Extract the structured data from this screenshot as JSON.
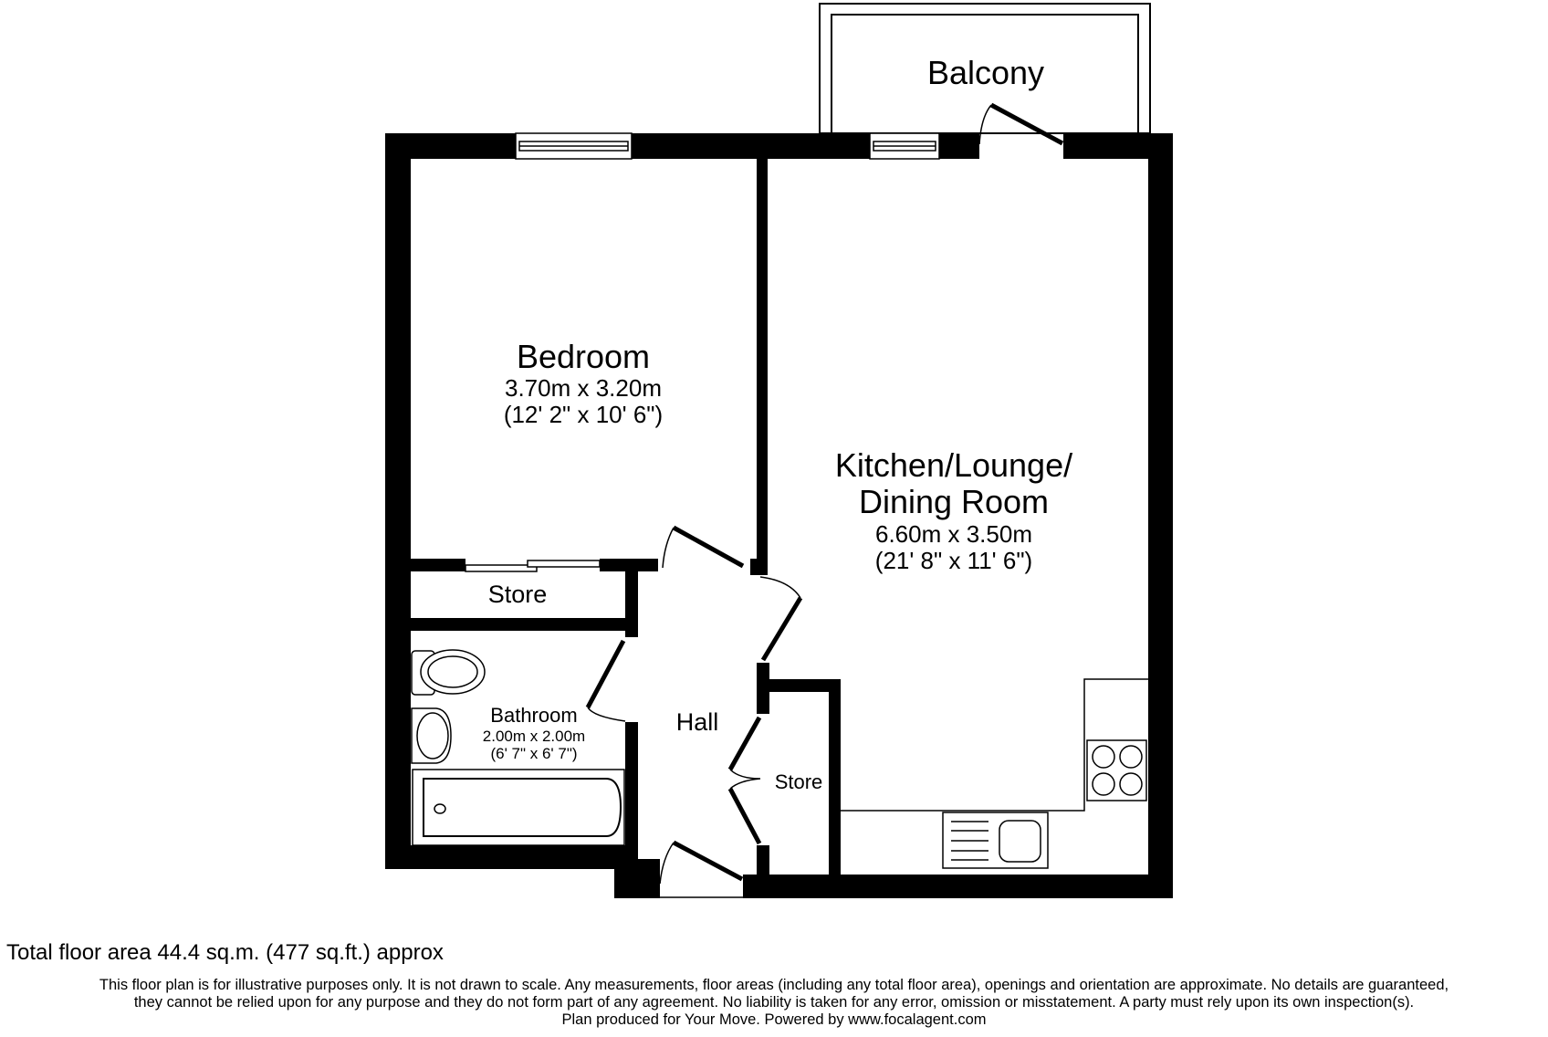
{
  "rooms": {
    "balcony": {
      "name": "Balcony"
    },
    "bedroom": {
      "name": "Bedroom",
      "metric": "3.70m x 3.20m",
      "imperial": "(12' 2\" x 10' 6\")"
    },
    "kitchen": {
      "name_line1": "Kitchen/Lounge/",
      "name_line2": "Dining Room",
      "metric": "6.60m x 3.50m",
      "imperial": "(21' 8\" x 11' 6\")"
    },
    "store_bedroom": {
      "name": "Store"
    },
    "bathroom": {
      "name": "Bathroom",
      "metric": "2.00m x 2.00m",
      "imperial": "(6' 7\" x 6' 7\")"
    },
    "hall": {
      "name": "Hall"
    },
    "store_hall": {
      "name": "Store"
    }
  },
  "footer": {
    "total_area": "Total floor area 44.4 sq.m. (477 sq.ft.) approx",
    "disclaimer_line1": "This floor plan is for illustrative purposes only. It is not drawn to scale. Any measurements, floor areas (including any total floor area), openings and orientation are approximate. No details are guaranteed,",
    "disclaimer_line2": "they cannot be relied upon for any purpose and they do not form part of any agreement. No liability is taken for any error, omission or misstatement. A party must rely upon its own inspection(s).",
    "credit": "Plan produced for Your Move. Powered by www.focalagent.com"
  },
  "colors": {
    "wall": "#000000",
    "background": "#ffffff"
  }
}
